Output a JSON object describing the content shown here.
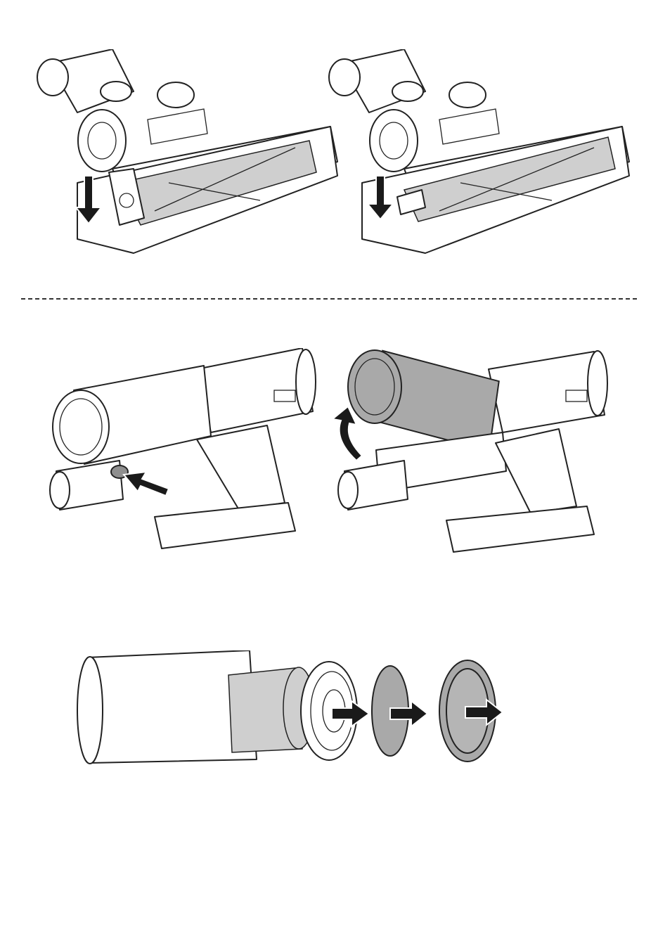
{
  "colors": {
    "line": "#222222",
    "fill_white": "#ffffff",
    "fill_gray": "#a9a9a9",
    "fill_light_gray": "#cfcfcf",
    "arrow": "#1a1a1a"
  },
  "figures": [
    {
      "id": "brush-head-insert",
      "arrow": "down-arrow-icon"
    },
    {
      "id": "brush-head-locked",
      "arrow": "down-arrow-icon"
    },
    {
      "id": "dust-bin-release-button",
      "arrow": "push-arrow-icon"
    },
    {
      "id": "dust-bin-tilt-open",
      "arrow": "curved-up-arrow-icon"
    },
    {
      "id": "filter-disassembly",
      "arrow": "right-arrow-icon"
    }
  ]
}
